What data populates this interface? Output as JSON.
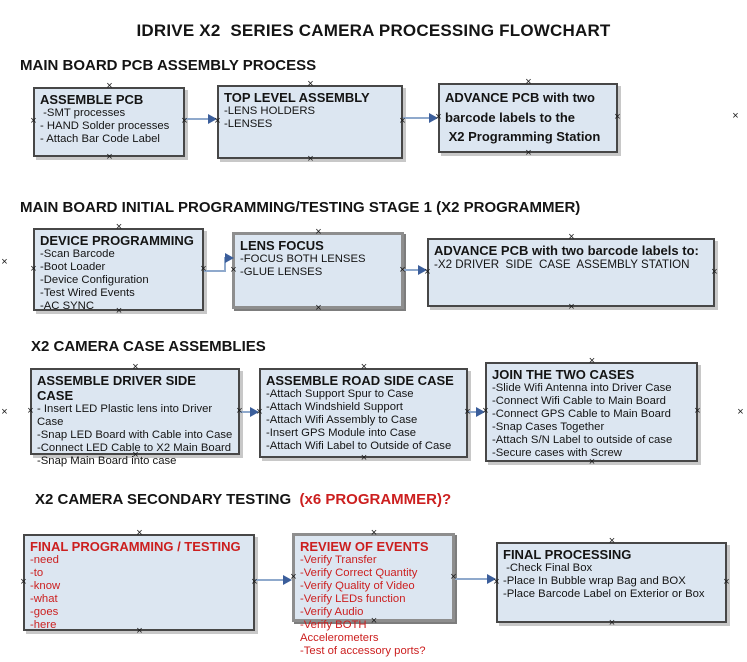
{
  "title": "IDRIVE X2  SERIES CAMERA PROCESSING FLOWCHART",
  "colors": {
    "box_fill": "#dce6f1",
    "box_border": "#474747",
    "red_text": "#cc1f1f",
    "arrow_line": "#8fa9cc",
    "arrow_head": "#3b5e9b"
  },
  "sections": [
    {
      "header": "MAIN BOARD PCB ASSEMBLY PROCESS",
      "boxes": [
        {
          "title": "ASSEMBLE PCB",
          "items": [
            " -SMT processes",
            "- HAND Solder processes",
            "- Attach Bar Code Label"
          ]
        },
        {
          "title": "TOP LEVEL ASSEMBLY",
          "items": [
            "-LENS HOLDERS",
            "-LENSES"
          ]
        },
        {
          "title": "ADVANCE PCB with two\nbarcode labels to the\n X2 Programming Station",
          "items": []
        }
      ]
    },
    {
      "header": "MAIN BOARD INITIAL PROGRAMMING/TESTING STAGE 1 (X2 PROGRAMMER)",
      "boxes": [
        {
          "title": "DEVICE PROGRAMMING",
          "items": [
            "-Scan Barcode",
            "-Boot Loader",
            "-Device Configuration",
            "-Test Wired Events",
            "-AC SYNC"
          ]
        },
        {
          "title": "LENS FOCUS",
          "items": [
            "-FOCUS BOTH LENSES",
            "-GLUE LENSES"
          ]
        },
        {
          "title": "ADVANCE PCB with two barcode labels to:",
          "items": [
            "-X2 DRIVER  SIDE  CASE  ASSEMBLY STATION"
          ]
        }
      ]
    },
    {
      "header": "X2 CAMERA CASE ASSEMBLIES",
      "boxes": [
        {
          "title": "ASSEMBLE DRIVER SIDE CASE",
          "items": [
            "- Insert LED Plastic lens into Driver Case",
            "-Snap LED Board with Cable into Case",
            "-Connect LED Cable to X2 Main Board",
            "-Snap Main Board into case"
          ]
        },
        {
          "title": "ASSEMBLE ROAD SIDE CASE",
          "items": [
            "-Attach Support Spur to Case",
            "-Attach Windshield Support",
            "-Attach Wifi Assembly to Case",
            "-Insert GPS Module into Case",
            "-Attach Wifi Label to Outside of Case"
          ]
        },
        {
          "title": "JOIN THE TWO CASES",
          "items": [
            "-Slide Wifi Antenna into Driver Case",
            "-Connect Wifi Cable to Main Board",
            "-Connect GPS Cable to Main Board",
            "-Snap Cases Together",
            "-Attach S/N Label to outside of case",
            "-Secure cases with Screw"
          ]
        }
      ]
    },
    {
      "header": "X2 CAMERA SECONDARY TESTING  ",
      "header_red": "(x6 PROGRAMMER)?",
      "boxes": [
        {
          "title": "FINAL PROGRAMMING / TESTING",
          "items": [
            "-need",
            "-to",
            "-know",
            "-what",
            "-goes",
            "-here"
          ]
        },
        {
          "title": "REVIEW OF EVENTS",
          "items": [
            "-Verify Transfer",
            "-Verify Correct Quantity",
            "-Verify Quality of Video",
            "-Verify LEDs function",
            "-Verify Audio",
            "-Verify BOTH Accelerometers",
            "-Test of accessory ports?"
          ]
        },
        {
          "title": "FINAL PROCESSING",
          "items": [
            " -Check Final Box",
            "-Place In Bubble wrap Bag and BOX",
            "-Place Barcode Label on Exterior or Box"
          ]
        }
      ]
    }
  ]
}
